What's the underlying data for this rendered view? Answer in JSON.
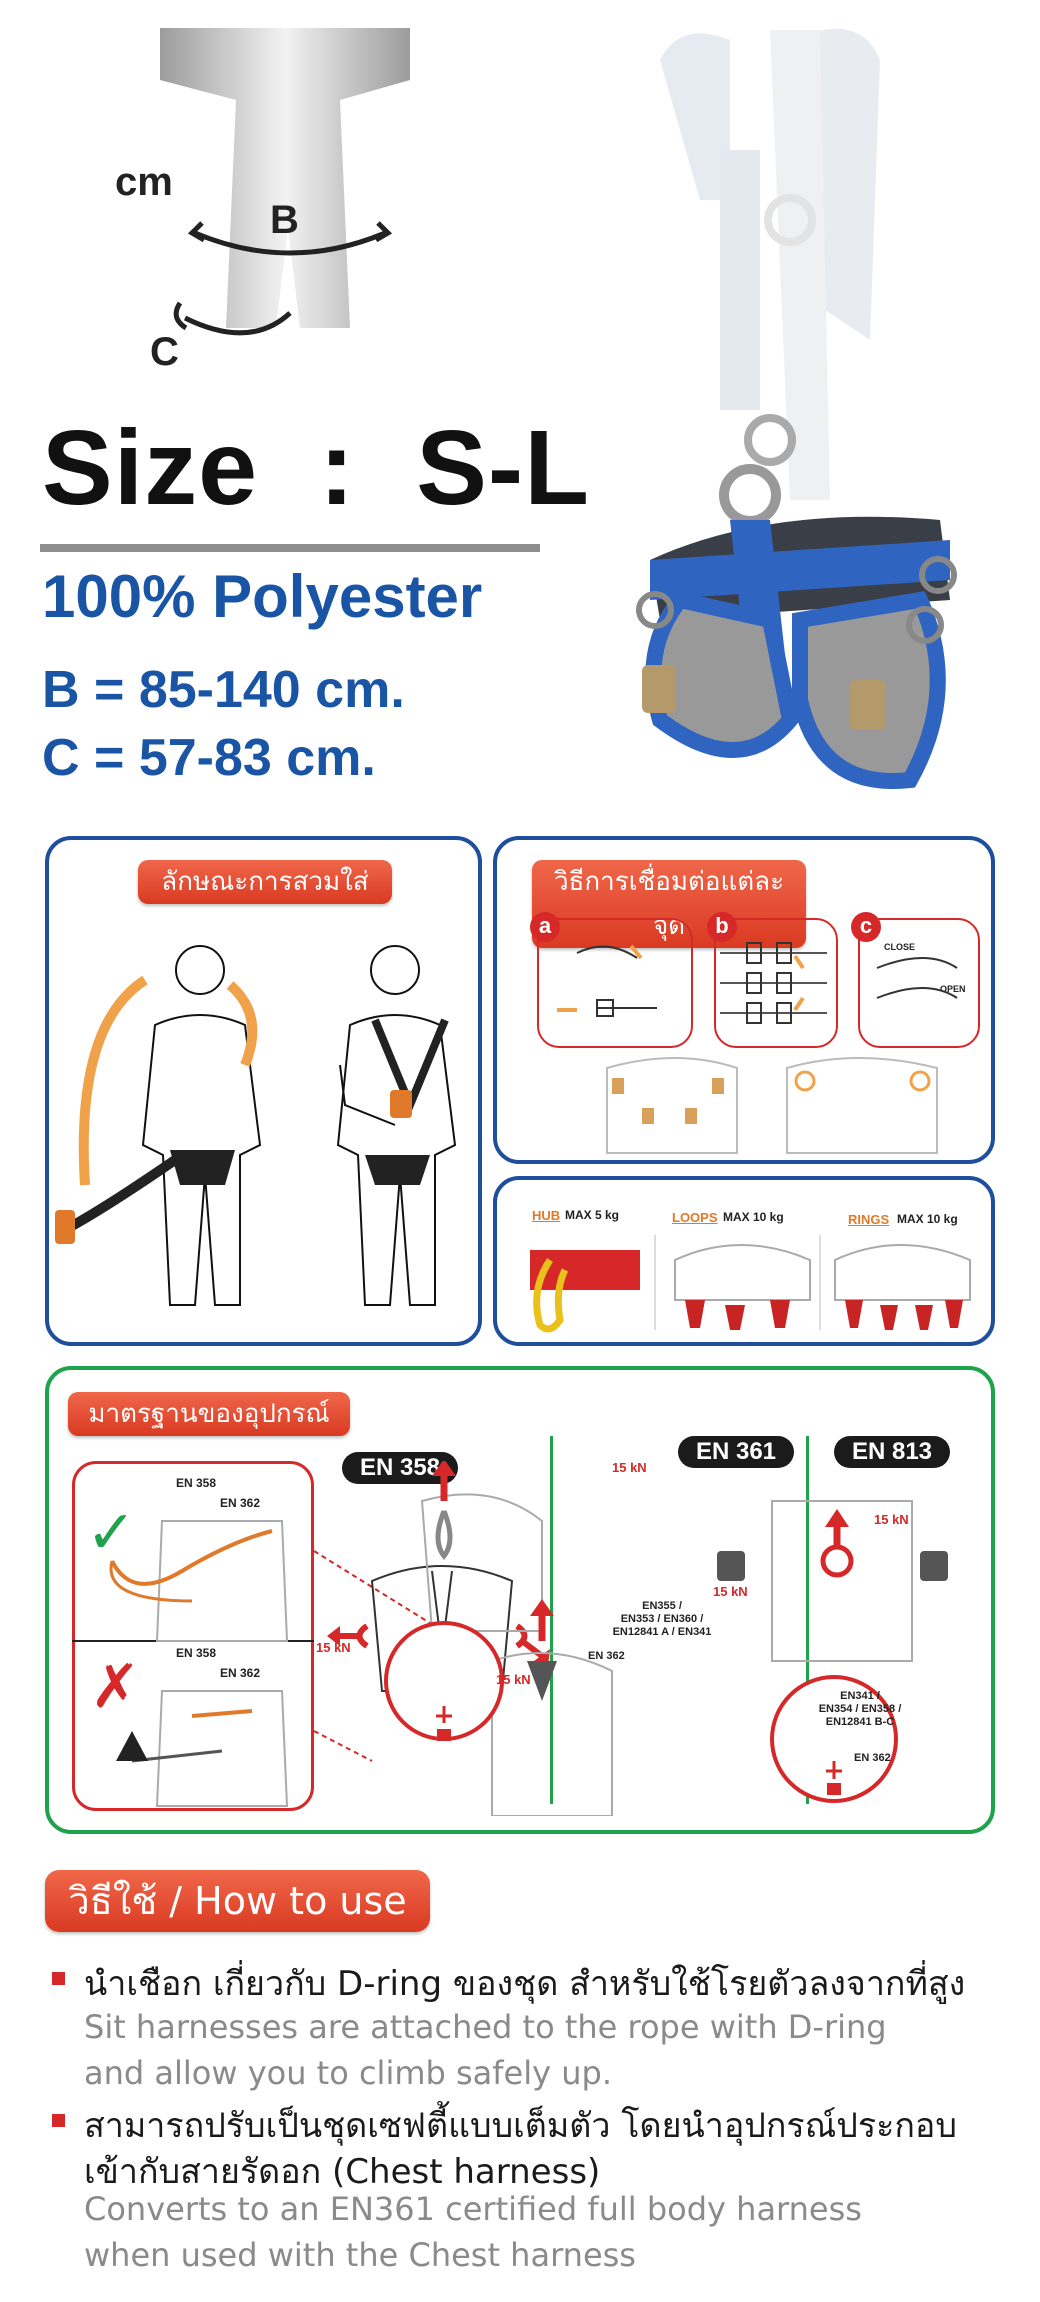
{
  "header": {
    "cm_label": "cm",
    "b_label": "B",
    "c_label": "C",
    "size_title": "Size  :  S-L",
    "material": "100% Polyester",
    "measure_b": "B = 85-140 cm.",
    "measure_c": "C = 57-83 cm."
  },
  "panels": {
    "wearing": {
      "title": "ลักษณะการสวมใส่"
    },
    "connecting": {
      "title": "วิธีการเชื่อมต่อแต่ละจุด",
      "steps": [
        "a",
        "b",
        "c"
      ],
      "close_label": "CLOSE",
      "open_label": "OPEN"
    },
    "loads": {
      "hub": "HUB",
      "hub_max": "MAX 5 kg",
      "loops": "LOOPS",
      "loops_max": "MAX 10 kg",
      "rings": "RINGS",
      "rings_max": "MAX 10 kg"
    },
    "standards": {
      "title": "มาตรฐานของอุปกรณ์",
      "en358_badge": "EN 358",
      "en361_badge": "EN 361",
      "en813_badge": "EN 813",
      "good_en358": "EN 358",
      "good_en362": "EN 362",
      "bad_en358": "EN 358",
      "bad_en362": "EN 362",
      "force_left": "15 kN",
      "force_right": "15 kN",
      "force_361_top": "15 kN",
      "force_361_chest": "15 kN",
      "force_813": "15 kN",
      "circle_361_text": "EN355 /\nEN353 / EN360 /\nEN12841 A / EN341",
      "circle_361_en362": "EN 362",
      "circle_813_text": "EN341 /\nEN354 / EN358 /\nEN12841 B-C",
      "circle_813_en362": "EN 362"
    }
  },
  "how_to_use": {
    "title": "วิธีใช้ / How to use",
    "items": [
      {
        "th": "นำเชือก เกี่ยวกับ D-ring ของชุด สำหรับใช้โรยตัวลงจากที่สูง",
        "en1": "Sit harnesses are attached to the rope with D-ring",
        "en2": "and allow you to climb safely up."
      },
      {
        "th1": "สามารถปรับเป็นชุดเซฟตี้แบบเต็มตัว โดยนำอุปกรณ์ประกอบ",
        "th2": "เข้ากับสายรัดอก (Chest harness)",
        "en1": "Converts to an EN361 certified full body harness",
        "en2": "when used with the Chest harness"
      }
    ]
  },
  "colors": {
    "accent_blue": "#1f4e9c",
    "text_blue": "#1a55a5",
    "accent_red": "#d62828",
    "accent_green": "#1ea34a",
    "accent_orange": "#f0a24a"
  }
}
